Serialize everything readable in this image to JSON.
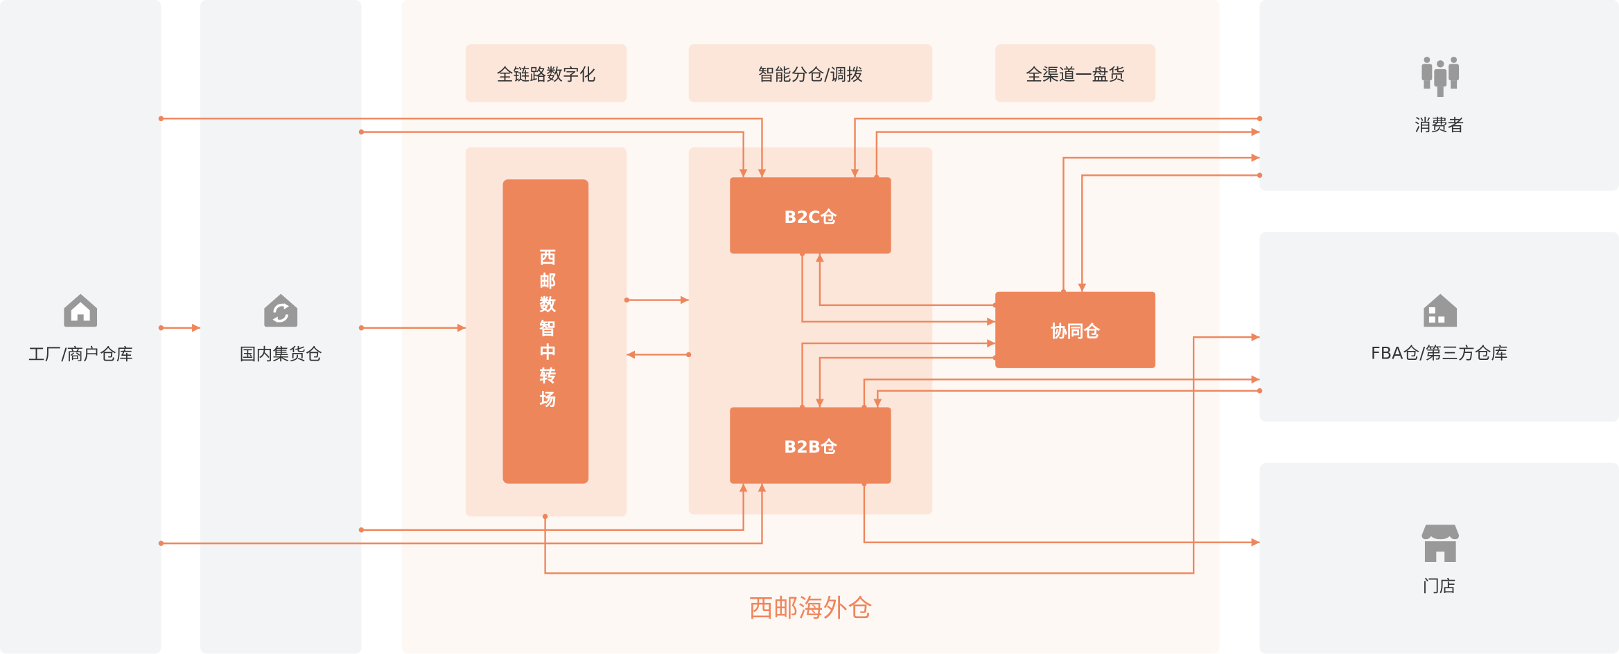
{
  "sources": {
    "factory": {
      "label": "工厂/商户仓库",
      "icon": "house-icon"
    },
    "domestic": {
      "label": "国内集货仓",
      "icon": "recycle-house-icon"
    }
  },
  "center": {
    "title": "西邮海外仓",
    "features": [
      "全链路数字化",
      "智能分仓/调拨",
      "全渠道一盘货"
    ],
    "hub": "西邮数智中转场",
    "b2c": "B2C仓",
    "b2b": "B2B仓",
    "collab": "协同仓"
  },
  "destinations": {
    "consumer": {
      "label": "消费者",
      "icon": "people-icon"
    },
    "fba": {
      "label": "FBA仓/第三方仓库",
      "icon": "warehouse-icon"
    },
    "store": {
      "label": "门店",
      "icon": "storefront-icon"
    }
  },
  "colors": {
    "accent": "#ee865c",
    "panel": "#fce6da",
    "column": "#f3f4f6",
    "icon": "#999999"
  }
}
